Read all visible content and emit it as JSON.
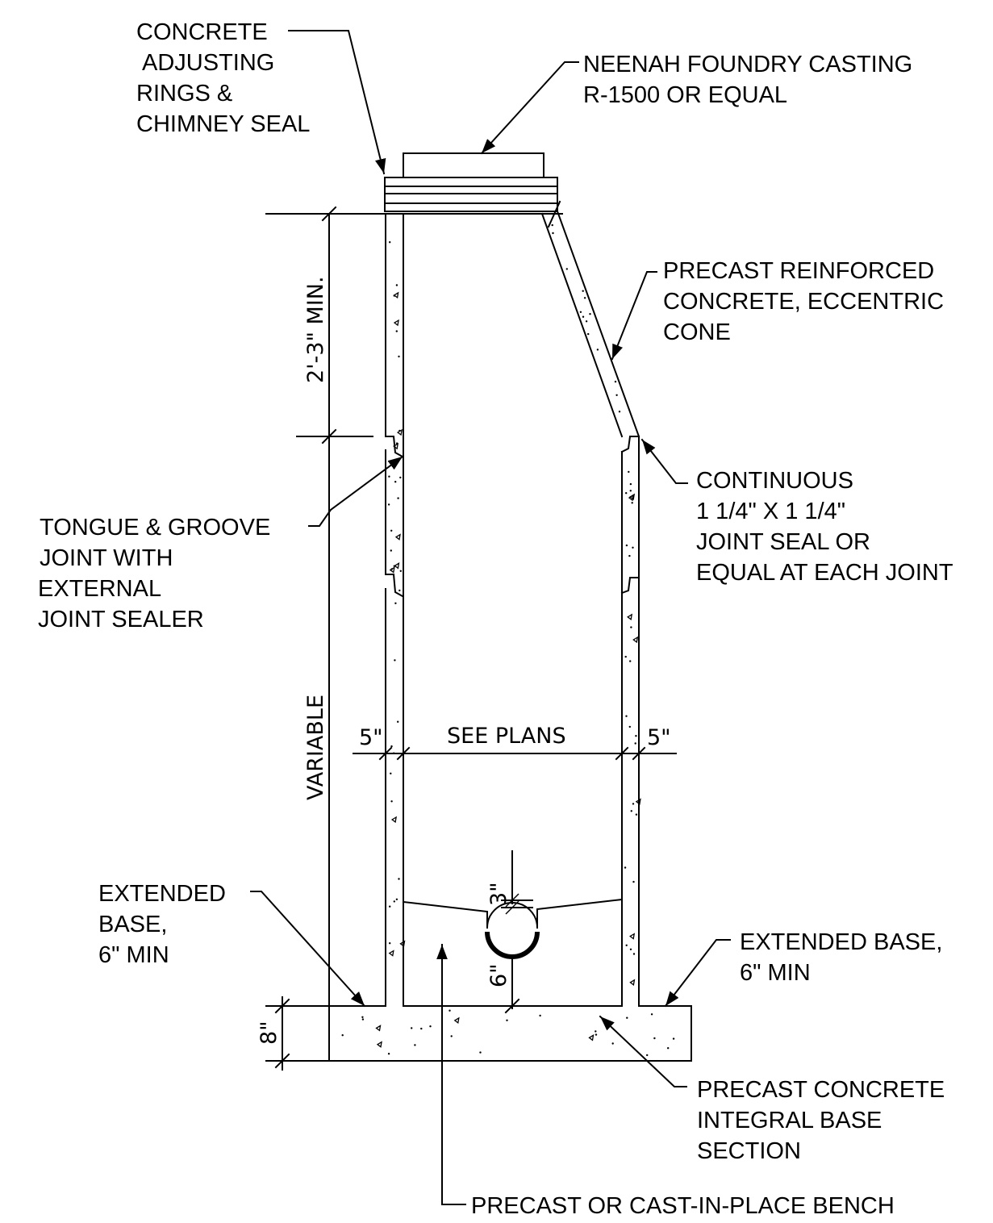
{
  "callouts": {
    "adjusting_rings": [
      "CONCRETE",
      "ADJUSTING",
      "RINGS &",
      "CHIMNEY SEAL"
    ],
    "casting": [
      "NEENAH FOUNDRY CASTING",
      "R-1500 OR EQUAL"
    ],
    "eccentric_cone": [
      "PRECAST REINFORCED",
      "CONCRETE, ECCENTRIC",
      "CONE"
    ],
    "joint_seal": [
      "CONTINUOUS",
      "1 1/4\" X 1 1/4\"",
      "JOINT SEAL OR",
      "EQUAL AT EACH JOINT"
    ],
    "tongue_groove": [
      "TONGUE & GROOVE",
      "JOINT WITH",
      "EXTERNAL",
      "JOINT SEALER"
    ],
    "extended_base_left": [
      "EXTENDED",
      "BASE,",
      "6\" MIN"
    ],
    "extended_base_right": [
      "EXTENDED BASE,",
      "6\" MIN"
    ],
    "base_section": [
      "PRECAST CONCRETE",
      "INTEGRAL BASE",
      "SECTION"
    ],
    "bench": [
      "PRECAST OR CAST-IN-PLACE BENCH"
    ]
  },
  "dimensions": {
    "cone_height": "2'-3\" MIN.",
    "variable": "VARIABLE",
    "wall_left": "5\"",
    "inside_width": "SEE PLANS",
    "wall_right": "5\"",
    "base_thickness": "8\"",
    "bench_slope": "3\"",
    "pipe_bottom": "6\""
  }
}
